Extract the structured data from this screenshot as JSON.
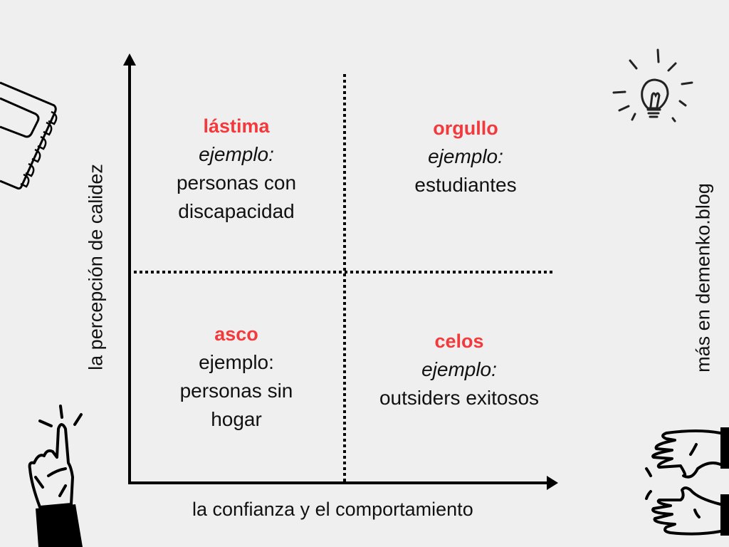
{
  "diagram": {
    "type": "quadrant",
    "x_axis_label": "la confianza y el comportamiento",
    "y_axis_label": "la percepción de calidez",
    "side_note": "más en demenko.blog",
    "accent_color": "#f23a3c",
    "quadrants": [
      {
        "position": "top-left",
        "title": "lástima",
        "example_label": "ejemplo:",
        "example_italic": true,
        "example_lines": [
          "personas con",
          "discapacidad"
        ]
      },
      {
        "position": "top-right",
        "title": "orgullo",
        "example_label": "ejemplo:",
        "example_italic": true,
        "example_lines": [
          "estudiantes"
        ]
      },
      {
        "position": "bottom-left",
        "title": "asco",
        "example_label": "ejemplo:",
        "example_italic": false,
        "example_lines": [
          "personas sin",
          "hogar"
        ]
      },
      {
        "position": "bottom-right",
        "title": "celos",
        "example_label": "ejemplo:",
        "example_italic": true,
        "example_lines": [
          "outsiders exitosos"
        ]
      }
    ],
    "decorations": [
      "notebook-icon",
      "lightbulb-icon",
      "pointing-finger-icon",
      "hands-icon"
    ]
  }
}
